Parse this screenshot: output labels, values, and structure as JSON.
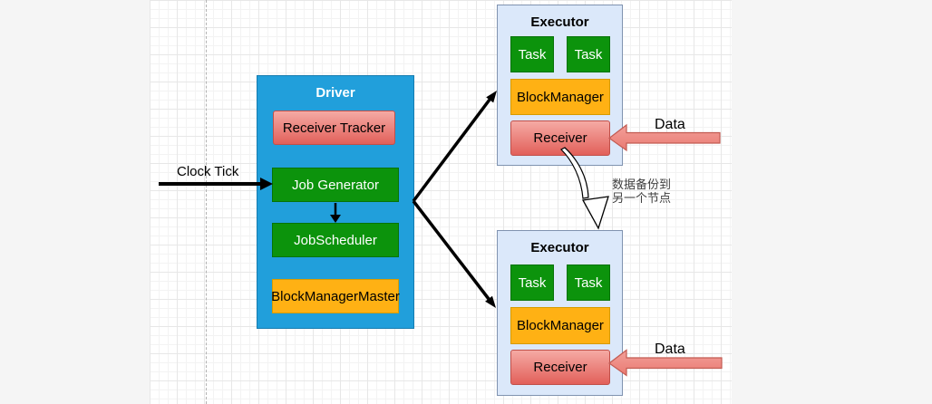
{
  "driver": {
    "title": "Driver",
    "receiver_tracker": "Receiver Tracker",
    "job_generator": "Job Generator",
    "job_scheduler": "JobScheduler",
    "block_manager_master": "BlockManagerMaster"
  },
  "executors": [
    {
      "title": "Executor",
      "tasks": [
        "Task",
        "Task"
      ],
      "block_manager": "BlockManager",
      "receiver": "Receiver"
    },
    {
      "title": "Executor",
      "tasks": [
        "Task",
        "Task"
      ],
      "block_manager": "BlockManager",
      "receiver": "Receiver"
    }
  ],
  "labels": {
    "clock_tick": "Clock Tick",
    "data": "Data"
  },
  "note": {
    "line1": "数据备份到",
    "line2": "另一个节点"
  },
  "colors": {
    "driver_fill": "#219fdb",
    "driver_border": "#157cb0",
    "executor_fill": "#dbe8fa",
    "executor_border": "#8093b0",
    "green_fill": "#0c930c",
    "green_border": "#077307",
    "orange_fill": "#ffb114",
    "orange_border": "#d79b00",
    "pink_gradient_top": "#f5aaa4",
    "pink_gradient_bottom": "#e2605a",
    "pink_border": "#c0504a",
    "data_arrow_fill_top": "#f2a09a",
    "data_arrow_fill_bottom": "#ea7a72",
    "data_arrow_border": "#c25b52",
    "arrow_black": "#000000",
    "canvas_bg": "#ffffff",
    "outer_bg": "#f5f5f5"
  }
}
